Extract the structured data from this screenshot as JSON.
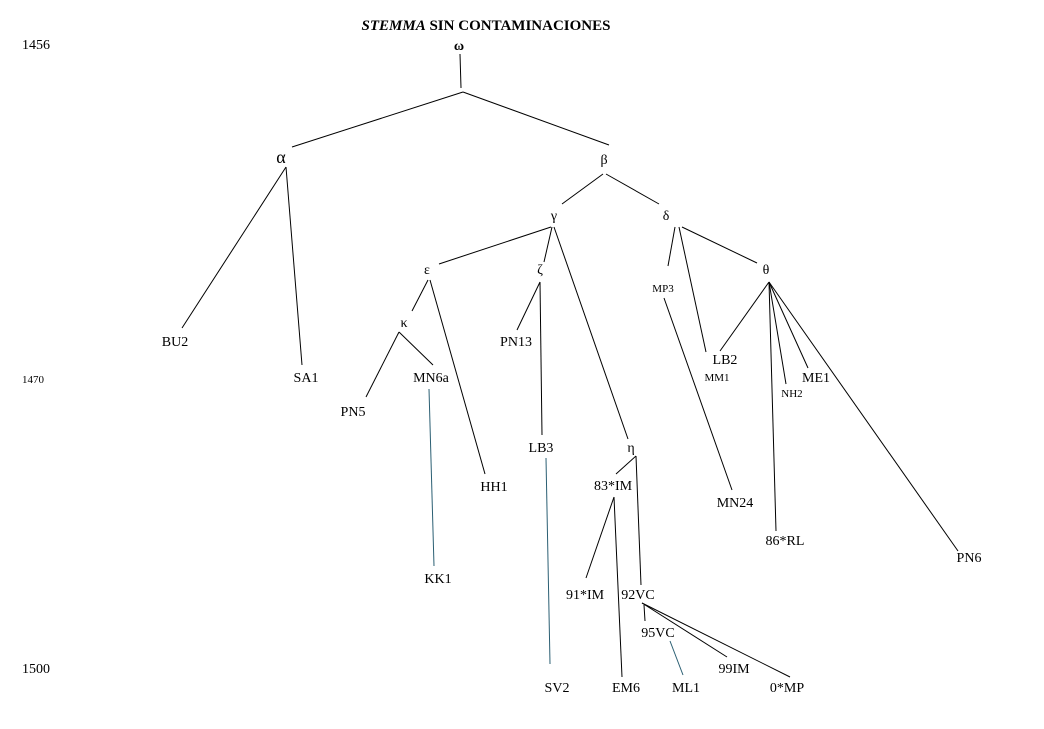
{
  "title": {
    "italic_part": "STEMMA",
    "rest": " SIN CONTAMINACIONES"
  },
  "years": {
    "start": "1456",
    "mid": "1470",
    "end": "1500"
  },
  "nodes": {
    "omega": "ω",
    "alpha": "α",
    "beta": "β",
    "gamma": "γ",
    "delta": "δ",
    "epsilon": "ε",
    "zeta": "ζ",
    "theta": "θ",
    "kappa": "κ",
    "eta": "η"
  },
  "witnesses": {
    "BU2": "BU2",
    "SA1": "SA1",
    "PN5": "PN5",
    "MN6a": "MN6a",
    "HH1": "HH1",
    "KK1": "KK1",
    "PN13": "PN13",
    "LB3": "LB3",
    "SV2": "SV2",
    "IM83": "83*IM",
    "IM91": "91*IM",
    "VC92": "92VC",
    "EM6": "EM6",
    "VC95": "95VC",
    "ML1": "ML1",
    "IM99": "99IM",
    "MP0": "0*MP",
    "MP3": "MP3",
    "MN24": "MN24",
    "LB2": "LB2",
    "MM1": "MM1",
    "NH2": "NH2",
    "ME1": "ME1",
    "RL86": "86*RL",
    "PN6": "PN6"
  },
  "colors": {
    "line": "#000000",
    "dashed_link": "#2b5f73"
  }
}
